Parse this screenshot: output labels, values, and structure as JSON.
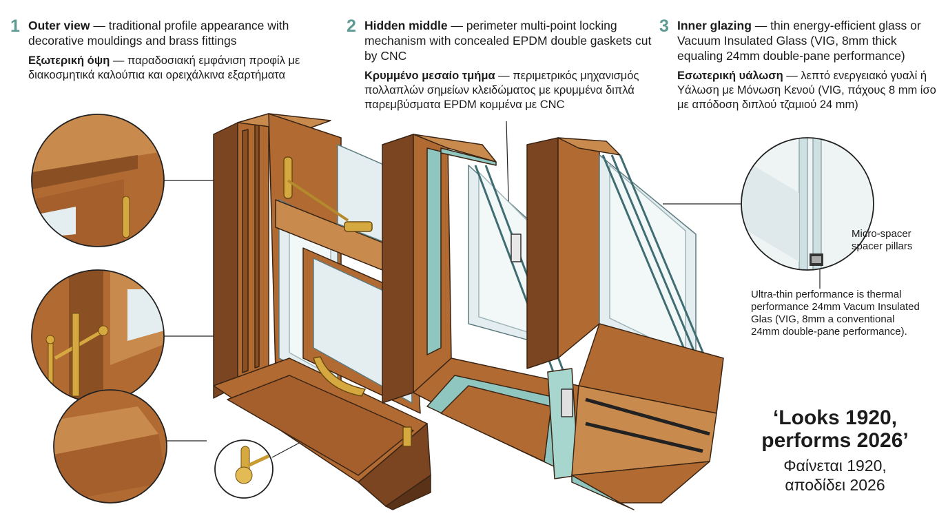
{
  "sections": [
    {
      "number": "1",
      "title_en": "Outer view",
      "text_en": " — traditional profile appearance with decorative mouldings and brass fittings",
      "title_gr": "Εξωτερική όψη",
      "text_gr": " — παραδοσιακή εμφάνιση προφίλ με διακοσμητικά καλούπια και ορειχάλκινα εξαρτήματα"
    },
    {
      "number": "2",
      "title_en": "Hidden middle",
      "text_en": " — perimeter multi-point locking mechanism with concealed EPDM double gaskets cut by CNC",
      "title_gr": "Κρυμμένο μεσαίο τμήμα",
      "text_gr": " — περιμετρικός μηχανισμός πολλαπλών σημείων κλειδώματος με κρυμμένα διπλά παρεμβύσματα EPDM κομμένα με CNC"
    },
    {
      "number": "3",
      "title_en": "Inner glazing",
      "text_en": " — thin energy-efficient glass or Vacuum Insulated Glass (VIG, 8mm thick equaling 24mm double-pane performance)",
      "title_gr": "Εσωτερική υάλωση",
      "text_gr": " — λεπτό ενεργειακό γυαλί ή Υάλωση με Μόνωση Κενού (VIG, πάχους 8 mm ίσο με απόδοση διπλού τζαμιού 24 mm)"
    }
  ],
  "callouts": {
    "micro_spacer": "Micro-spacer spacer pillars",
    "ultra_thin": "Ultra-thin performance is thermal performance 24mm Vacum Insulated Glas (VIG, 8mm a conventional 24mm double-pane performance)."
  },
  "tagline": {
    "en": "‘Looks 1920, performs 2026’",
    "gr": "Φαίνεται 1920, αποδίδει 2026"
  },
  "colors": {
    "wood": "#b06a32",
    "wood_light": "#c98a4e",
    "wood_dark": "#7a4520",
    "teal": "#8fc6bf",
    "glass": "#e4eef0",
    "brass": "#d6a940",
    "accent": "#5e9a93"
  }
}
